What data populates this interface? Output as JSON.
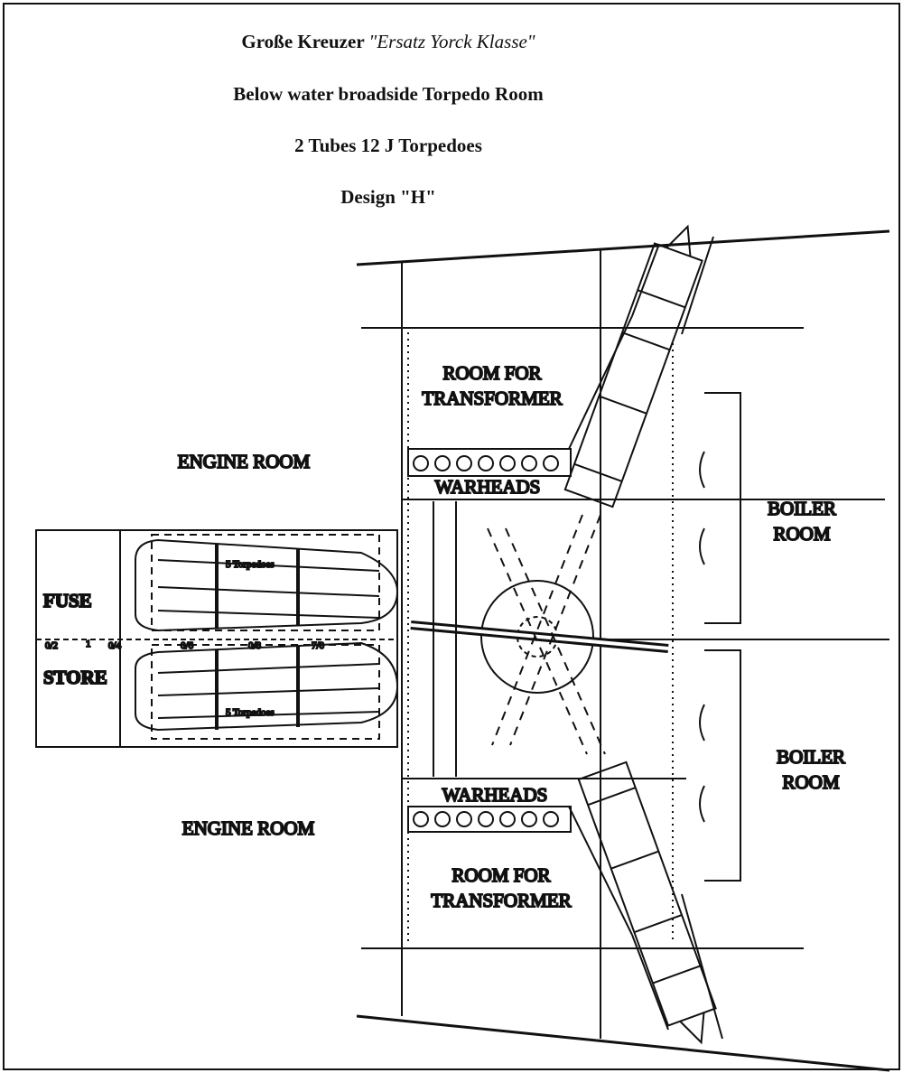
{
  "header": {
    "line1_prefix": "Große Kreuzer ",
    "line1_italic": "\"Ersatz Yorck Klasse\"",
    "line2": "Below water broadside Torpedo Room",
    "line3": "2 Tubes  12 J Torpedoes",
    "line4": "Design \"H\""
  },
  "labels": {
    "engine_room_top": "ENGINE ROOM",
    "engine_room_bottom": "ENGINE ROOM",
    "fuse": "FUSE",
    "store": "STORE",
    "room_transformer_top_1": "ROOM FOR",
    "room_transformer_top_2": "TRANSFORMER",
    "room_transformer_bottom_1": "ROOM FOR",
    "room_transformer_bottom_2": "TRANSFORMER",
    "warheads_top": "WARHEADS",
    "warheads_bottom": "WARHEADS",
    "boiler_top_1": "BOILER",
    "boiler_top_2": "ROOM",
    "boiler_bottom_1": "BOILER",
    "boiler_bottom_2": "ROOM",
    "torpedoes_top": "5 Torpedoes",
    "torpedoes_bottom": "5 Torpedoes",
    "frame_marks": [
      "0/2",
      "1",
      "0/4",
      "0/6",
      "0/8",
      "7/0"
    ]
  }
}
